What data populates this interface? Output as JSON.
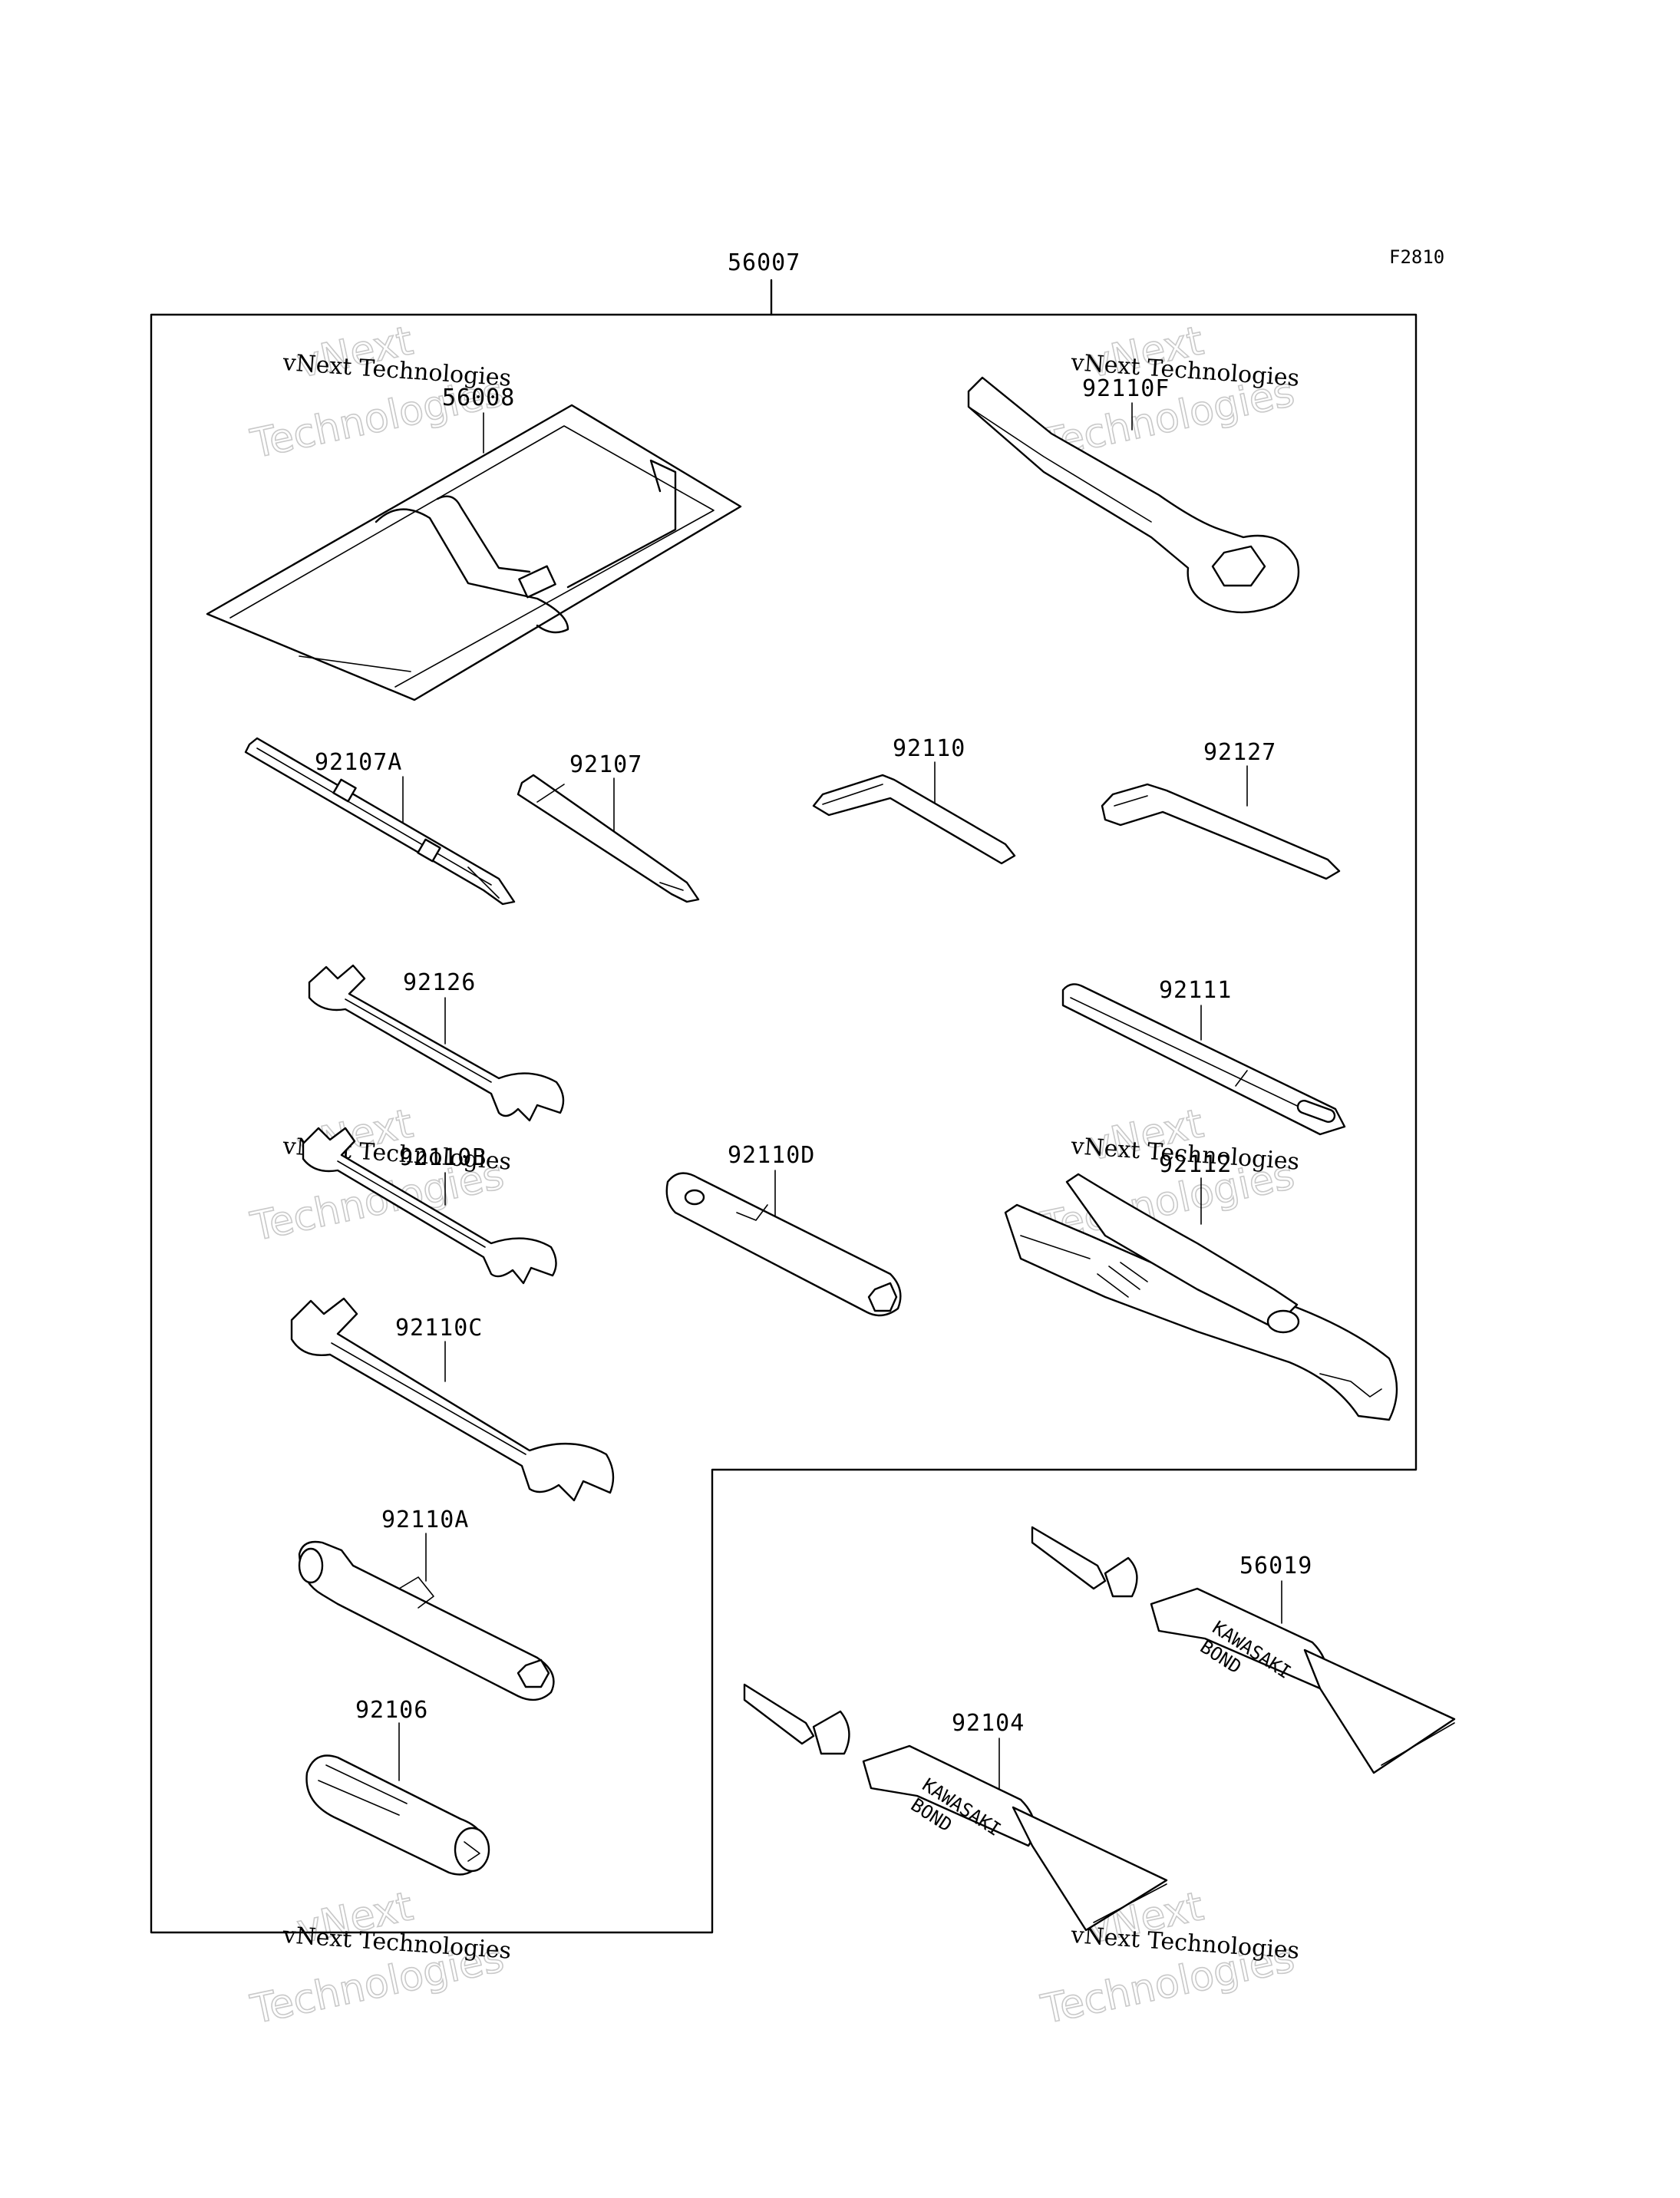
{
  "figure_code": "F2810",
  "main_label": "56007",
  "parts": [
    {
      "id": "56008",
      "name": "tool-bag"
    },
    {
      "id": "92110F",
      "name": "box-wrench"
    },
    {
      "id": "92107A",
      "name": "screwdriver"
    },
    {
      "id": "92107",
      "name": "screwdriver-bit"
    },
    {
      "id": "92110",
      "name": "hex-key-small"
    },
    {
      "id": "92127",
      "name": "hex-key-large"
    },
    {
      "id": "92126",
      "name": "open-end-wrench-small"
    },
    {
      "id": "92111",
      "name": "extension-bar"
    },
    {
      "id": "92110B",
      "name": "open-end-wrench-medium"
    },
    {
      "id": "92110D",
      "name": "plug-socket-wrench"
    },
    {
      "id": "92112",
      "name": "pliers"
    },
    {
      "id": "92110C",
      "name": "open-end-wrench-large"
    },
    {
      "id": "92110A",
      "name": "socket-wrench"
    },
    {
      "id": "92106",
      "name": "handle"
    },
    {
      "id": "56019",
      "name": "bond-tube-upper"
    },
    {
      "id": "92104",
      "name": "bond-tube-lower"
    }
  ],
  "tube_text": {
    "brand": "KAWASAKI",
    "product": "BOND"
  },
  "watermark": {
    "line1": "vNext",
    "line2": "Technologies",
    "small": "vNext Technologies"
  }
}
